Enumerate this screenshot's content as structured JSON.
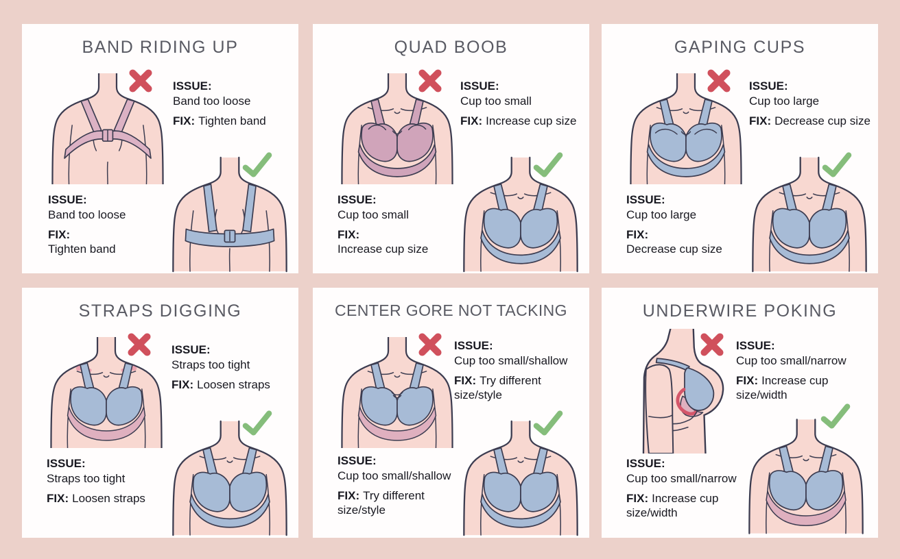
{
  "infographic": {
    "background_color": "#ecd1ca",
    "card_color": "#fffdfd",
    "title_color": "#595a63",
    "text_color": "#181820",
    "outline_color": "#3c3c50",
    "skin_color": "#f8d8d1",
    "bra_blue": "#a7bbd6",
    "bra_pink": "#dcb2c4",
    "bra_mauve": "#d0a4ba",
    "wrong_mark_color": "#d0505c",
    "correct_mark_color": "#85bd7b"
  },
  "labels": {
    "issue": "ISSUE:",
    "fix": "FIX:"
  },
  "panels": [
    {
      "title": "BAND RIDING UP",
      "issue": "Band too loose",
      "fix": "Tighten band",
      "wrong_view": "back",
      "correct_view": "back"
    },
    {
      "title": "QUAD BOOB",
      "issue": "Cup too small",
      "fix": "Increase cup size",
      "wrong_view": "front",
      "correct_view": "front"
    },
    {
      "title": "GAPING CUPS",
      "issue": "Cup too large",
      "fix": "Decrease cup size",
      "wrong_view": "front",
      "correct_view": "front"
    },
    {
      "title": "STRAPS DIGGING",
      "issue": "Straps too tight",
      "fix": "Loosen straps",
      "wrong_view": "front",
      "correct_view": "front"
    },
    {
      "title": "CENTER GORE NOT TACKING",
      "issue": "Cup too small/shallow",
      "fix": "Try different size/style",
      "wrong_view": "front",
      "correct_view": "front"
    },
    {
      "title": "UNDERWIRE POKING",
      "issue": "Cup too small/narrow",
      "fix": "Increase cup size/width",
      "wrong_view": "side",
      "correct_view": "front"
    }
  ]
}
